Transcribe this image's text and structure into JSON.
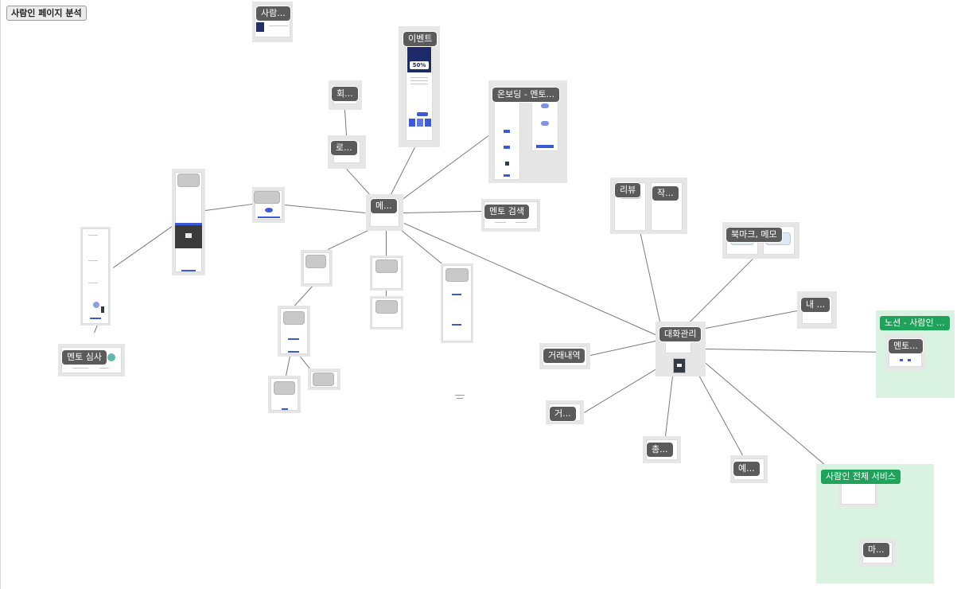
{
  "page_title": "사람인 페이지 분석",
  "nodes": {
    "saramin_top": "사람...",
    "event": "이벤트",
    "member": "회...",
    "login": "로...",
    "onboarding": "온보딩 - 멘토...",
    "main": "메...",
    "mentor_search": "멘토 검색",
    "review": "리뷰",
    "write": "작...",
    "bookmark": "북마크, 메모",
    "mine": "내 ...",
    "conversation": "대화관리",
    "transactions": "거래내역",
    "transactions_short": "거...",
    "total": "총...",
    "reservation": "예...",
    "mentor_review": "멘토 심사",
    "mentor_notion": "멘토...",
    "my_short": "마..."
  },
  "sections": {
    "notion": "노션 - 사람인 ...",
    "saramin_all": "사람인 전체 서비스"
  },
  "thumbnail_text": {
    "event_discount": "50%"
  },
  "colors": {
    "node_label_bg": "#5b5b5b",
    "section_label_bg": "#1fa35a",
    "section_bg": "#d9f2e2",
    "frame_bg": "#e6e6e6",
    "edge": "#7a7a7a"
  }
}
